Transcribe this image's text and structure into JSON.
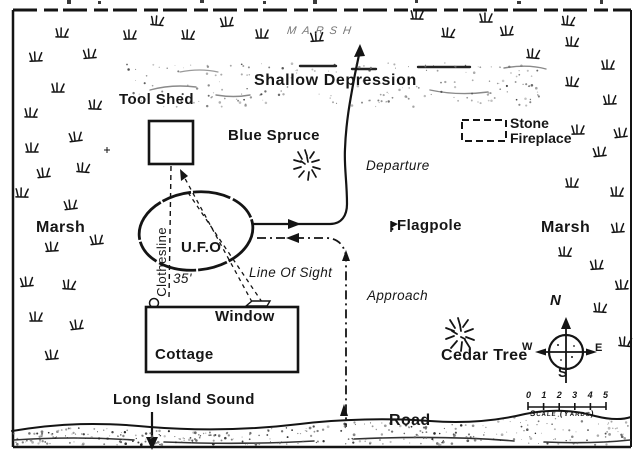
{
  "labels": {
    "tool_shed": "Tool Shed",
    "shallow_depression": "Shallow Depression",
    "blue_spruce": "Blue Spruce",
    "stone_fireplace_line1": "Stone",
    "stone_fireplace_line2": "Fireplace",
    "marsh_top": "MARSH",
    "marsh_left": "Marsh",
    "marsh_right": "Marsh",
    "ufo": "U.F.O",
    "clothesline": "Clothesline",
    "distance": "35'",
    "departure": "Departure",
    "approach": "Approach",
    "line_of_sight": "Line Of Sight",
    "flagpole": "Flagpole",
    "window": "Window",
    "cottage": "Cottage",
    "cedar_tree": "Cedar Tree",
    "long_island_sound": "Long Island Sound",
    "road": "Road"
  },
  "compass": {
    "n": "N",
    "s": "S",
    "e": "E",
    "w": "W"
  },
  "scale": {
    "ticks": [
      "0",
      "1",
      "2",
      "3",
      "4",
      "5"
    ],
    "caption": "Scale (Yards)"
  },
  "colors": {
    "ink": "#161616",
    "paper": "#ffffff",
    "stipple": "#6f6f6f"
  }
}
